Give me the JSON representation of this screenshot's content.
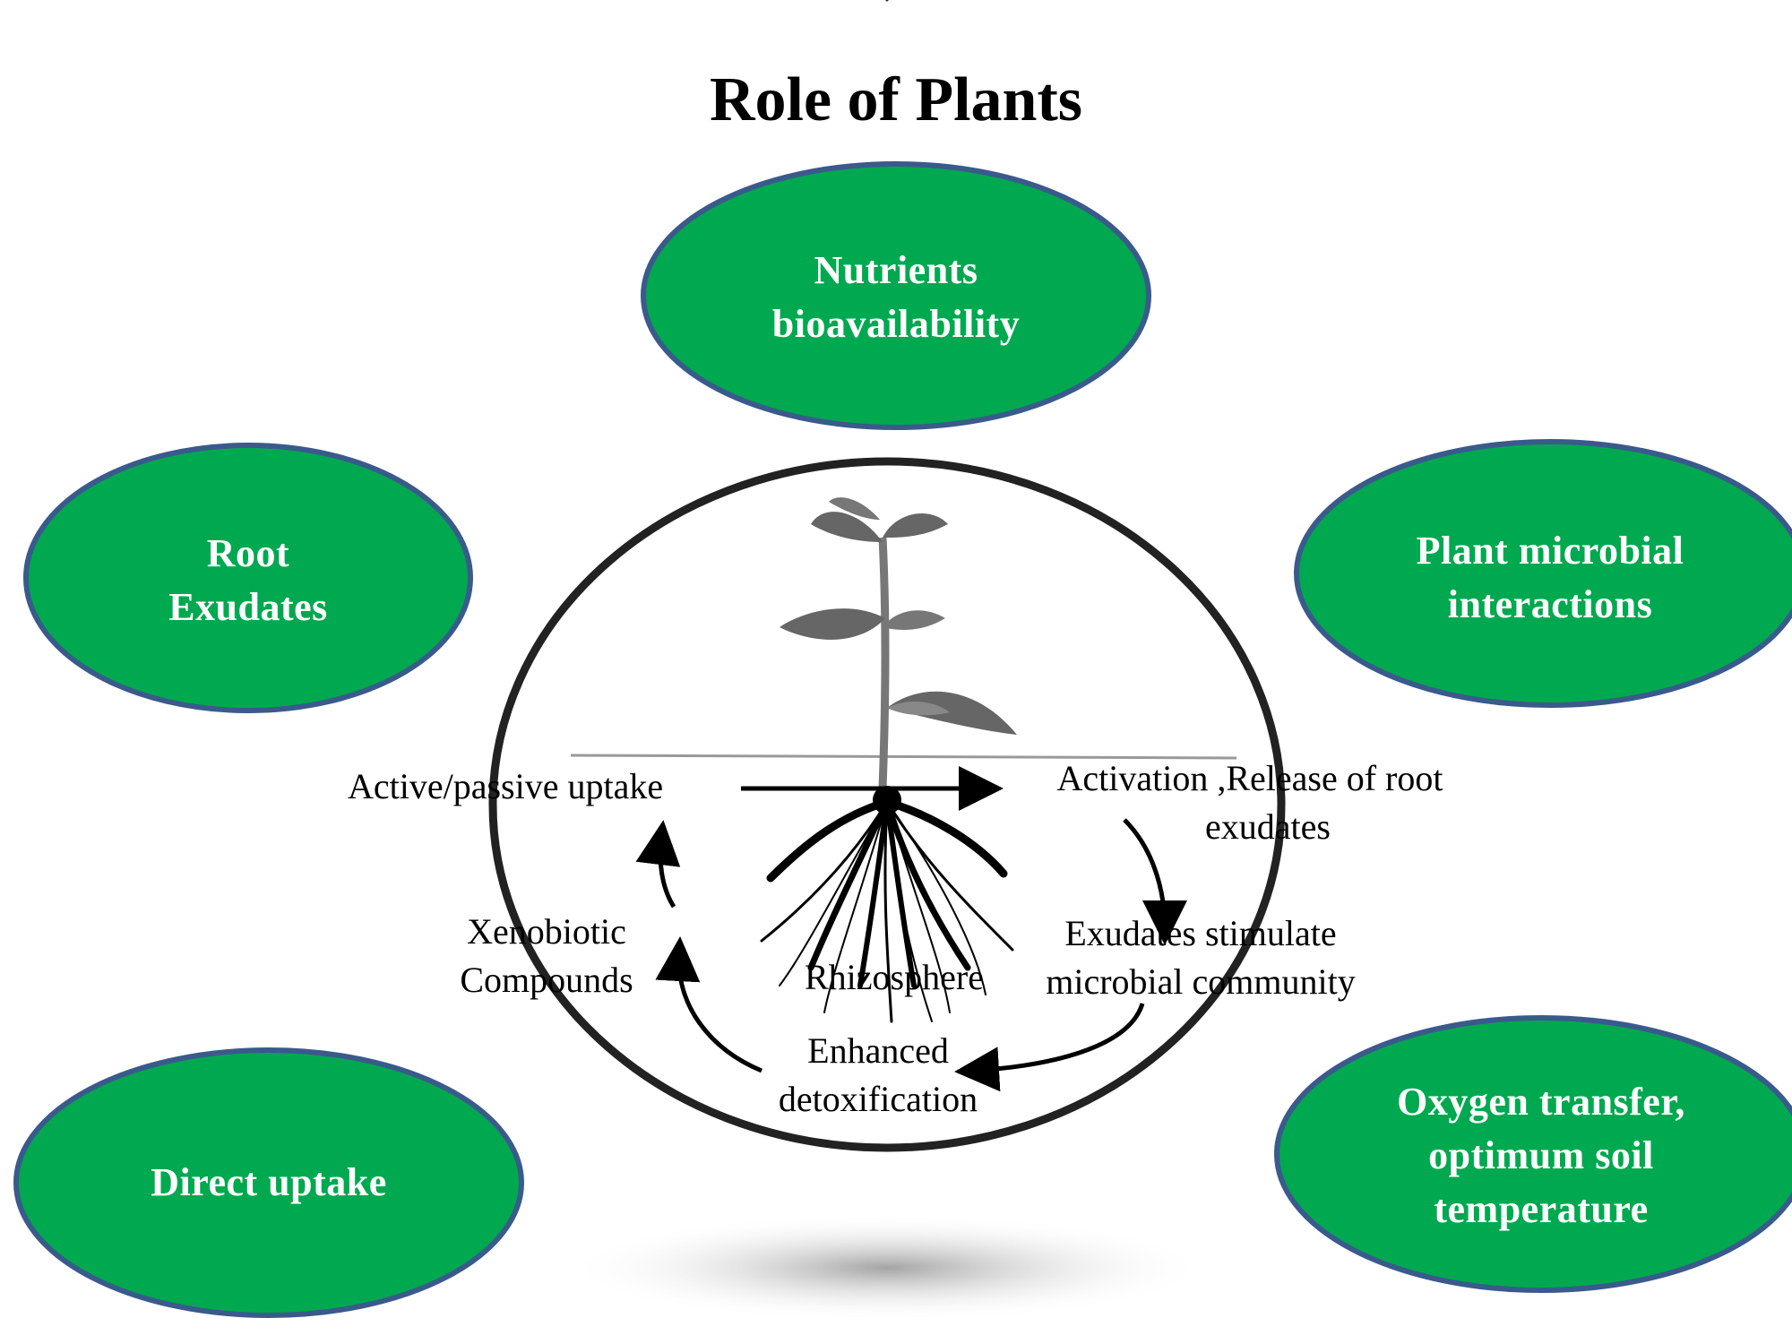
{
  "title": "Role of Plants",
  "colors": {
    "oval_fill": "#00a94f",
    "oval_border": "#3a5a8c",
    "text_on_oval": "#ffffff"
  },
  "ovals": [
    {
      "id": "nutrients",
      "lines": [
        "Nutrients",
        "bioavailability"
      ]
    },
    {
      "id": "root-exudates",
      "lines": [
        "Root",
        "Exudates"
      ]
    },
    {
      "id": "plant-microbial",
      "lines": [
        "Plant microbial",
        "interactions"
      ]
    },
    {
      "id": "direct-uptake",
      "lines": [
        "Direct uptake"
      ]
    },
    {
      "id": "oxygen-transfer",
      "lines": [
        "Oxygen transfer,",
        "optimum soil",
        "temperature"
      ]
    }
  ],
  "center": {
    "labels": {
      "uptake": "Active/passive uptake",
      "activation_1": "Activation ,Release of root",
      "activation_2": "exudates",
      "xeno_1": "Xenobiotic",
      "xeno_2": "Compounds",
      "rhizosphere": "Rhizosphere",
      "stimulate_1": "Exudates stimulate",
      "stimulate_2": "microbial community",
      "detox_1": "Enhanced",
      "detox_2": "detoxification"
    }
  }
}
